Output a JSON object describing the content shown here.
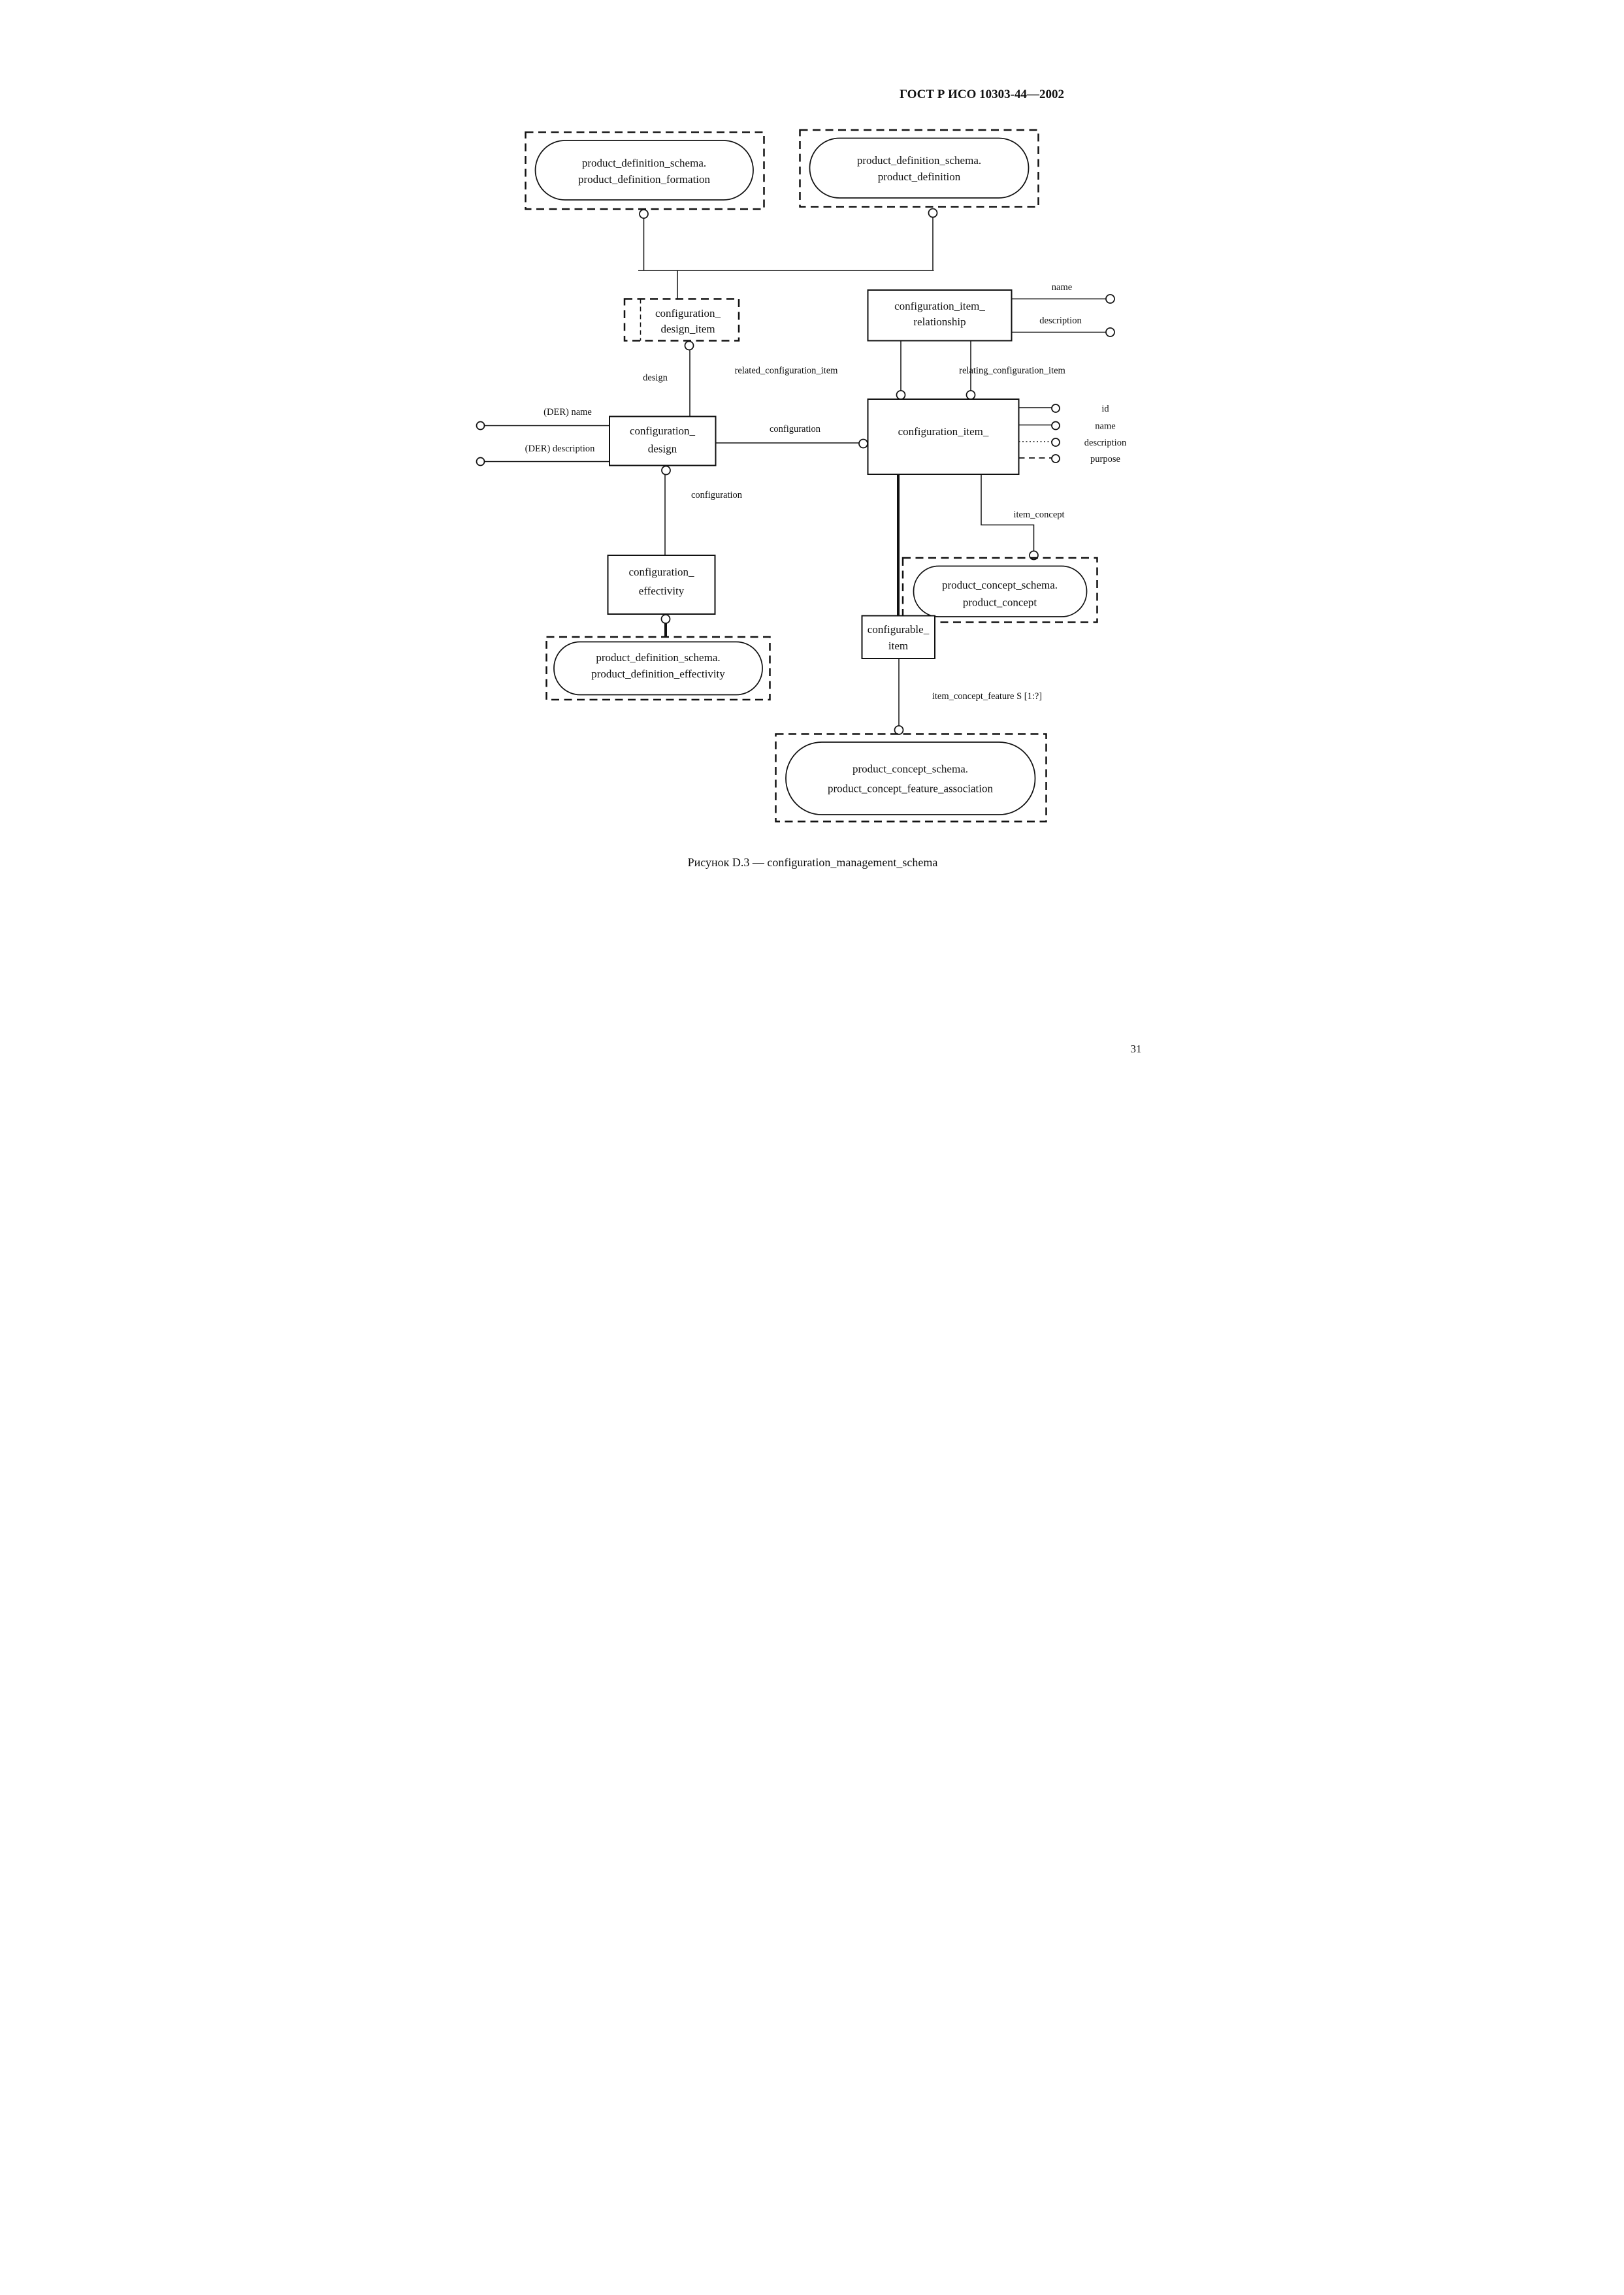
{
  "header": {
    "title": "ГОСТ Р ИСО 10303-44—2002"
  },
  "footer": {
    "page_number": "31"
  },
  "caption": "Рисунок D.3 — configuration_management_schema",
  "diagram": {
    "colors": {
      "ink": "#111111",
      "paper": "#ffffff"
    },
    "external_refs": {
      "product_definition_formation": {
        "schema": "product_definition_schema.",
        "entity": "product_definition_formation"
      },
      "product_definition": {
        "schema": "product_definition_schema.",
        "entity": "product_definition"
      },
      "product_definition_effectivity": {
        "schema": "product_definition_schema.",
        "entity": "product_definition_effectivity"
      },
      "product_concept": {
        "schema": "product_concept_schema.",
        "entity": "product_concept"
      },
      "product_concept_feature_association": {
        "schema": "product_concept_schema.",
        "entity": "product_concept_feature_association"
      }
    },
    "entities": {
      "configuration_design_item": {
        "line1": "configuration_",
        "line2": "design_item"
      },
      "configuration_item_relationship": {
        "line1": "configuration_item_",
        "line2": "relationship"
      },
      "configuration_design": {
        "line1": "configuration_",
        "line2": "design"
      },
      "configuration_item": {
        "name": "configuration_item_"
      },
      "configuration_effectivity": {
        "line1": "configuration_",
        "line2": "effectivity"
      },
      "configurable_item": {
        "line1": "configurable_",
        "line2": "item"
      }
    },
    "attribute_labels": {
      "rel_name": "name",
      "rel_description": "description",
      "related_configuration_item": "related_configuration_item",
      "relating_configuration_item": "relating_configuration_item",
      "design": "design",
      "der_name": "(DER) name",
      "der_description": "(DER) description",
      "configuration_item_link": "configuration",
      "configuration_effectivity_link": "configuration",
      "item_id": "id",
      "item_name": "name",
      "item_description": "description",
      "item_purpose": "purpose",
      "item_concept": "item_concept",
      "item_concept_feature": "item_concept_feature S [1:?]"
    }
  }
}
